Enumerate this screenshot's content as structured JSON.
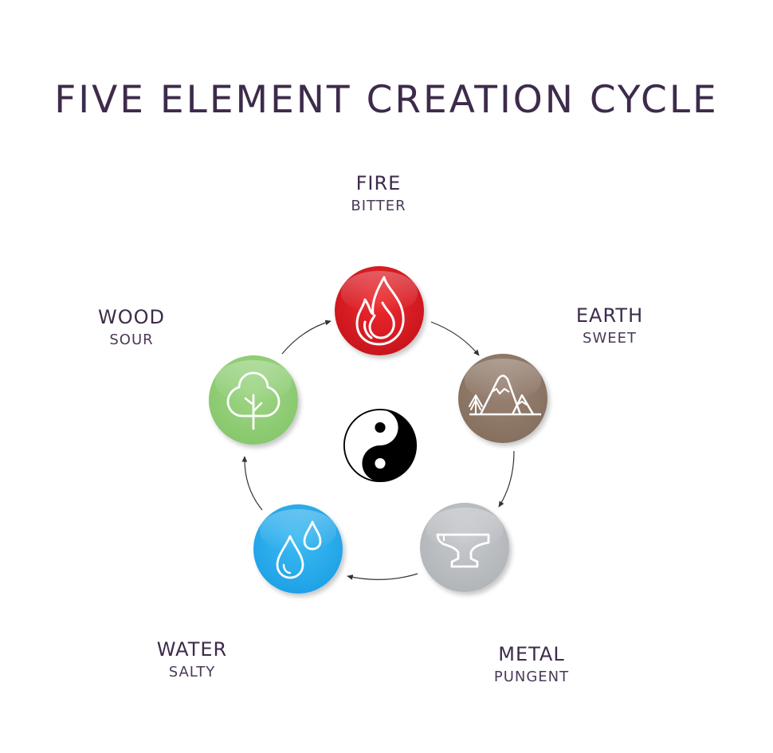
{
  "title": "FIVE ELEMENT CREATION CYCLE",
  "colors": {
    "text": "#3d2b4b",
    "fire": "#d81e24",
    "earth": "#8e7667",
    "metal": "#b9bcc0",
    "water": "#2aa9e8",
    "wood": "#8fcd76",
    "arrow": "#333333"
  },
  "elements": [
    {
      "id": "fire",
      "name": "FIRE",
      "taste": "BITTER",
      "icon": "flame-icon"
    },
    {
      "id": "earth",
      "name": "EARTH",
      "taste": "SWEET",
      "icon": "mountains-icon"
    },
    {
      "id": "metal",
      "name": "METAL",
      "taste": "PUNGENT",
      "icon": "anvil-icon"
    },
    {
      "id": "water",
      "name": "WATER",
      "taste": "SALTY",
      "icon": "water-drops-icon"
    },
    {
      "id": "wood",
      "name": "WOOD",
      "taste": "SOUR",
      "icon": "tree-icon"
    }
  ],
  "center_icon": "yin-yang-icon",
  "cycle": [
    "fire",
    "earth",
    "metal",
    "water",
    "wood"
  ]
}
